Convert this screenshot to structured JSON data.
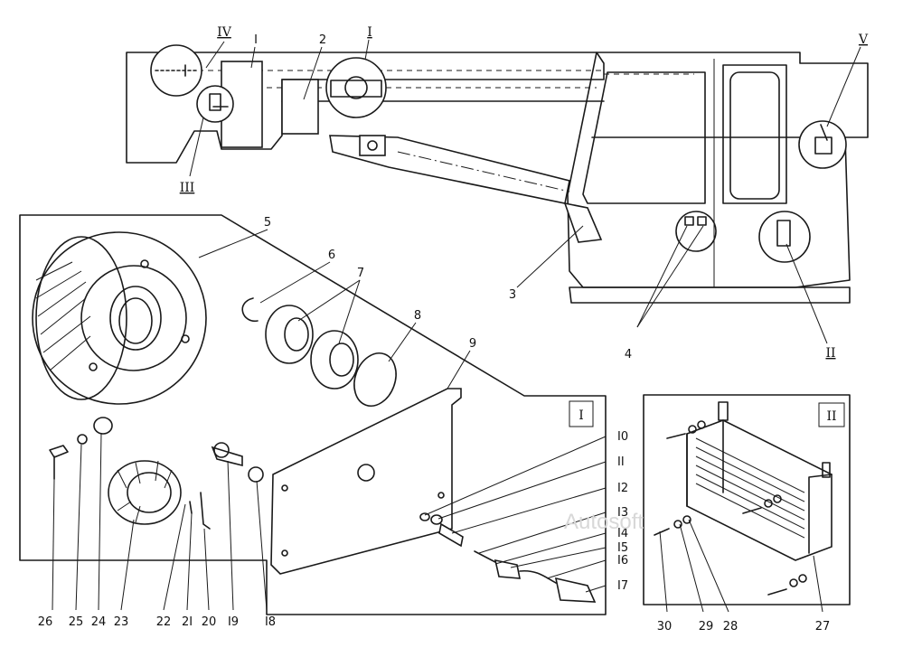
{
  "watermark": "Autosoft",
  "views": {
    "view_I": "I",
    "view_II": "II",
    "view_III": "III",
    "view_IV": "IV",
    "view_V": "V"
  },
  "callouts": {
    "n1": "I",
    "n2": "2",
    "n3": "3",
    "n4": "4",
    "n5": "5",
    "n6": "6",
    "n7": "7",
    "n8": "8",
    "n9": "9",
    "n10": "I0",
    "n11": "II",
    "n12": "I2",
    "n13": "I3",
    "n14": "I4",
    "n15": "I5",
    "n16": "I6",
    "n17": "I7",
    "n18": "I8",
    "n19": "I9",
    "n20": "20",
    "n21": "2I",
    "n22": "22",
    "n23": "23",
    "n24": "24",
    "n25": "25",
    "n26": "26",
    "n27": "27",
    "n28": "28",
    "n29": "29",
    "n30": "30"
  },
  "callout_pointers": {
    "view_I": "I",
    "view_II": "II",
    "view_III": "III",
    "view_IV": "IV",
    "view_V": "V"
  }
}
